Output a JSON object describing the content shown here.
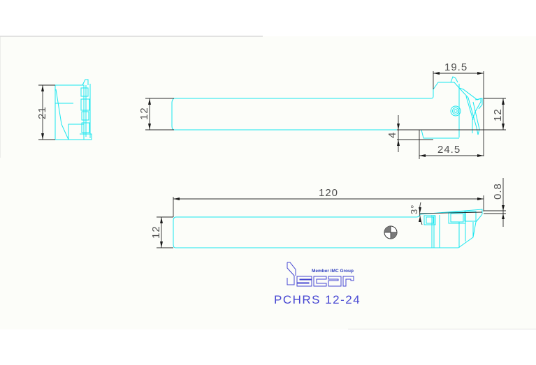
{
  "drawing": {
    "part_number": "PCHRS 12-24",
    "brand_tagline": "Member IMC Group",
    "brand_logo": "iscar-logo",
    "colors": {
      "geometry": "#19e6f0",
      "dimension": "#2a2a2a",
      "dimension_text": "#505050",
      "title": "#4646d2",
      "paper": "#fcfdf9",
      "frame": "#c8c8c8"
    }
  },
  "views": {
    "end_view": {
      "height_dim": "21"
    },
    "top_view": {
      "shank_height_dim": "12",
      "head_width_dim": "19.5",
      "head_height_dim": "12",
      "offset_dim": "4",
      "head_length_dim": "24.5"
    },
    "side_view": {
      "overall_length_dim": "120",
      "shank_height_dim": "12",
      "angle_dim": "3°",
      "step_dim": "0.8"
    }
  }
}
